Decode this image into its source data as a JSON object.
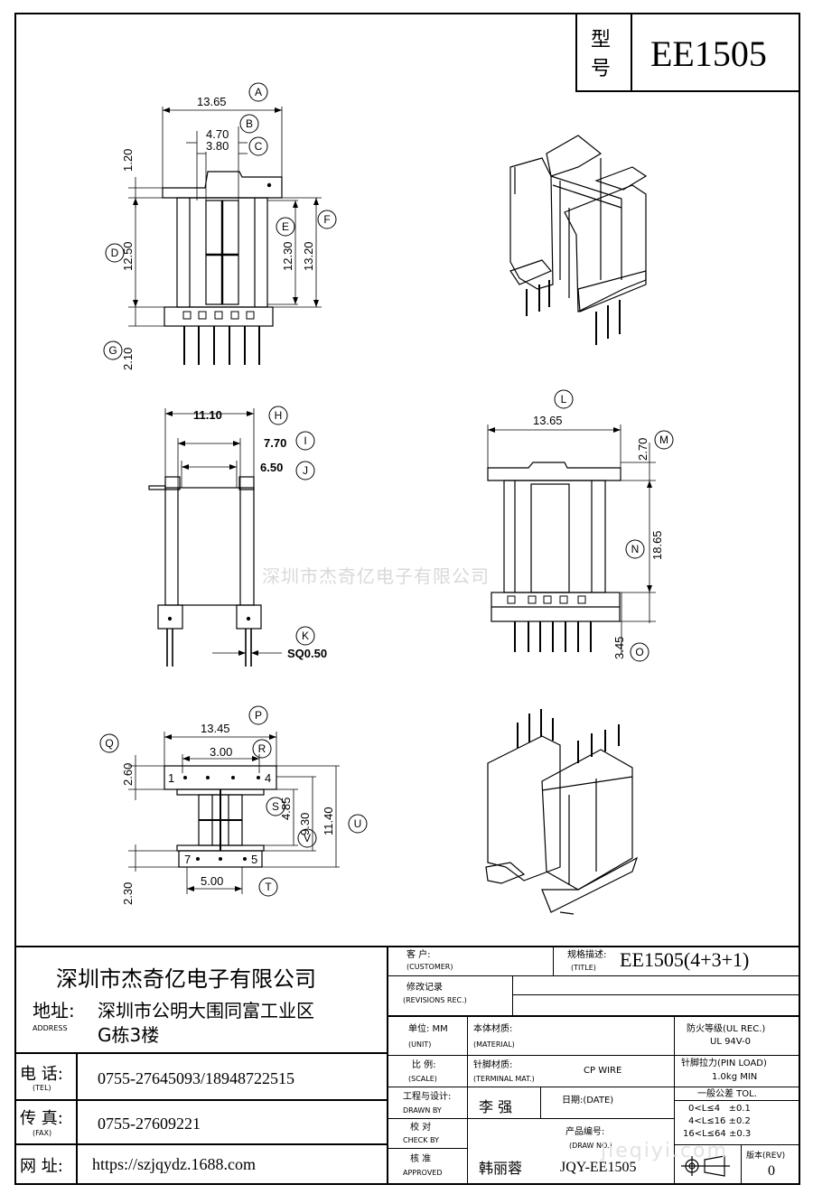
{
  "model_box": {
    "label_1": "型",
    "label_2": "号",
    "model": "EE1505"
  },
  "dims": {
    "A": "13.65",
    "B": "4.70",
    "C": "3.80",
    "top_h": "1.20",
    "D": "12.50",
    "E": "12.30",
    "F": "13.20",
    "G": "2.10",
    "H": "11.10",
    "I": "7.70",
    "J": "6.50",
    "K": "SQ0.50",
    "L": "13.65",
    "M": "2.70",
    "N": "18.65",
    "O": "3.45",
    "P": "13.45",
    "Q": "2.60",
    "R": "3.00",
    "S": "4.85",
    "V": "9.30",
    "U": "11.40",
    "bottom_h": "2.30",
    "T": "5.00"
  },
  "letters": [
    "A",
    "B",
    "C",
    "D",
    "E",
    "F",
    "G",
    "H",
    "I",
    "J",
    "K",
    "L",
    "M",
    "N",
    "O",
    "P",
    "Q",
    "R",
    "S",
    "V",
    "U",
    "T"
  ],
  "pins": {
    "p1": "1",
    "p4": "4",
    "p7": "7",
    "p5": "5"
  },
  "watermark": "深圳市杰奇亿电子有限公司",
  "watermark_url": "jieqiyi.com",
  "company": {
    "name": "深圳市杰奇亿电子有限公司",
    "address_label": "地址:",
    "address_en": "ADDRESS",
    "address_line1": "深圳市公明大围同富工业区",
    "address_line2": "G栋3楼",
    "tel_label": "电 话:",
    "tel_en": "(TEL)",
    "tel": "0755-27645093/18948722515",
    "fax_label": "传 真:",
    "fax_en": "(FAX)",
    "fax": "0755-27609221",
    "web_label": "网 址:",
    "web": "https://szjqydz.1688.com"
  },
  "title_block": {
    "customer_label": "客 户:",
    "customer_en": "(CUSTOMER)",
    "title_label": "规格描述:",
    "title_en": "(TITLE)",
    "title_value": "EE1505(4+3+1)",
    "rev_rec_label": "修改记录",
    "rev_rec_en": "(REVISIONS REC.)",
    "unit_label": "单位: MM",
    "unit_en": "(UNIT)",
    "material_label": "本体材质:",
    "material_en": "(MATERIAL)",
    "ul_label": "防火等级(UL REC.)",
    "ul_value": "UL 94V-0",
    "scale_label": "比 例:",
    "scale_en": "(SCALE)",
    "terminal_label": "针脚材质:",
    "terminal_en": "(TERMINAL MAT.)",
    "terminal_value": "CP WIRE",
    "pinload_label": "针脚拉力(PIN LOAD)",
    "pinload_value": "1.0kg MIN",
    "drawn_label": "工程与设计:",
    "drawn_en": "DRAWN BY",
    "drawn_value": "李 强",
    "date_label": "日期:(DATE)",
    "tol_label": "一般公差 TOL.",
    "tol_1": "0<L≤4   ±0.1",
    "tol_2": "4<L≤16 ±0.2",
    "tol_3": "16<L≤64 ±0.3",
    "check_label": "校 对",
    "check_en": "CHECK BY",
    "drawno_label": "产品编号:",
    "drawno_en": "(DRAW NO.)",
    "approved_label": "核 准",
    "approved_en": "APPROVED",
    "approved_value": "韩丽蓉",
    "drawno_value": "JQY-EE1505",
    "rev_label": "版本(REV)",
    "rev_value": "0"
  }
}
